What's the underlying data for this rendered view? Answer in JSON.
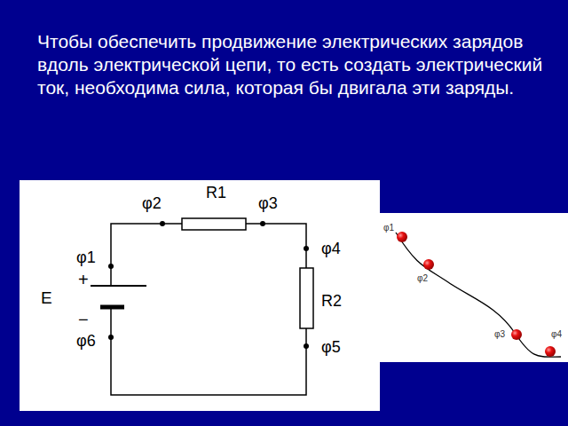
{
  "diagram": {
    "title": "Чтобы обеспечить продвижение электрических зарядов вдоль электрической цепи, то есть создать электрический ток, необходима сила, которая бы двигала эти заряды.",
    "labels": [
      "φ2",
      "R1",
      "φ3",
      "φ1",
      "+",
      "E",
      "−",
      "φ6",
      "φ4",
      "R2",
      "φ5",
      "φ1",
      "φ2",
      "φ3",
      "φ4"
    ]
  }
}
